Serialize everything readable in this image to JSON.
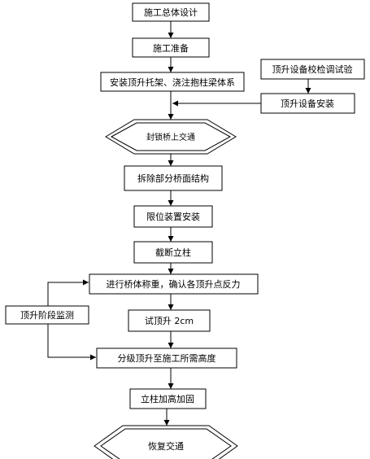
{
  "flowchart": {
    "steps": [
      {
        "id": "design",
        "label": "施工总体设计"
      },
      {
        "id": "prepare",
        "label": "施工准备"
      },
      {
        "id": "install-support",
        "label": "安装顶升托架、浇注抱柱梁体系"
      },
      {
        "id": "jack-test",
        "label": "顶升设备校检调试验"
      },
      {
        "id": "jack-install",
        "label": "顶升设备安装"
      },
      {
        "id": "close-traffic",
        "label": "封锁桥上交通"
      },
      {
        "id": "remove-deck",
        "label": "拆除部分桥面结构"
      },
      {
        "id": "limit-device",
        "label": "限位装置安装"
      },
      {
        "id": "cut-column",
        "label": "截断立柱"
      },
      {
        "id": "weigh",
        "label": "进行桥体称重，确认各顶升点反力"
      },
      {
        "id": "monitor",
        "label": "顶升阶段监测"
      },
      {
        "id": "trial-lift",
        "label": "试顶升 2cm"
      },
      {
        "id": "staged-lift",
        "label": "分级顶升至施工所需高度"
      },
      {
        "id": "column-raise",
        "label": "立柱加高加固"
      },
      {
        "id": "restore-traffic",
        "label": "恢复交通"
      }
    ]
  }
}
